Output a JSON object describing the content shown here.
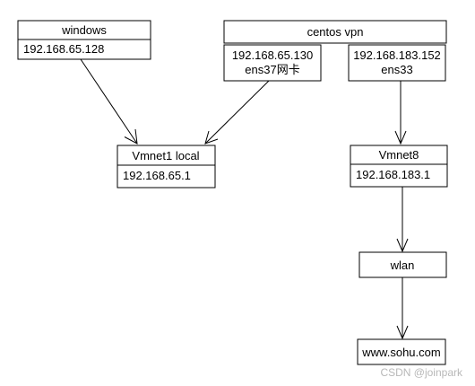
{
  "nodes": {
    "windows": {
      "title": "windows",
      "ip": "192.168.65.128"
    },
    "centos": {
      "title": "centos vpn",
      "left_ip": "192.168.65.130",
      "left_if": "ens37网卡",
      "right_ip": "192.168.183.152",
      "right_if": "ens33"
    },
    "vmnet1": {
      "title": "Vmnet1 local",
      "ip": "192.168.65.1"
    },
    "vmnet8": {
      "title": "Vmnet8",
      "ip": "192.168.183.1"
    },
    "wlan": {
      "title": "wlan"
    },
    "sohu": {
      "title": "www.sohu.com"
    }
  },
  "watermark": "CSDN @joinpark"
}
